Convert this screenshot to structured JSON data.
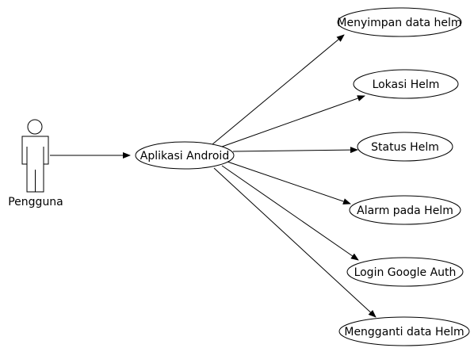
{
  "actor": {
    "label": "Pengguna"
  },
  "system": {
    "label": "Aplikasi Android"
  },
  "use_cases": [
    {
      "label": "Menyimpan data helm"
    },
    {
      "label": "Lokasi Helm"
    },
    {
      "label": "Status Helm"
    },
    {
      "label": "Alarm pada Helm"
    },
    {
      "label": "Login Google Auth"
    },
    {
      "label": "Mengganti data Helm"
    }
  ],
  "colors": {
    "stroke": "#000000",
    "background": "#ffffff"
  },
  "icons": {
    "actor": "stick-figure-actor-icon",
    "arrow": "arrowhead-icon"
  }
}
